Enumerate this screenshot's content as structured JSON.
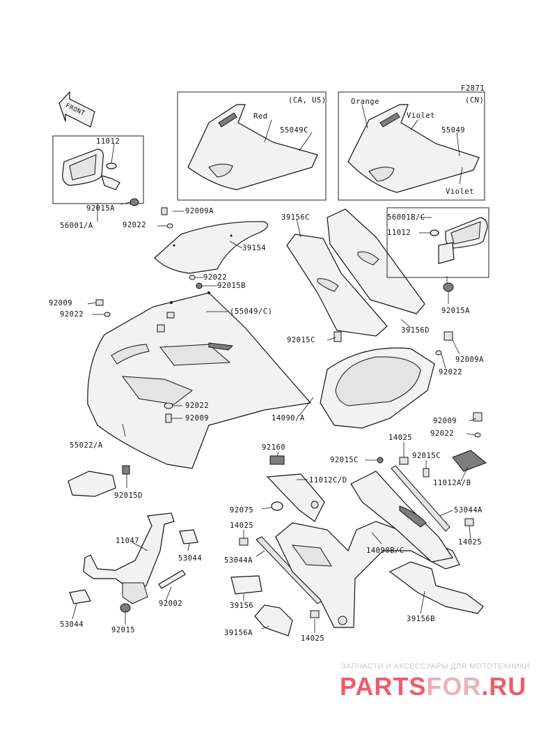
{
  "figure_code": "F2871",
  "front_arrow_text": "FRONT",
  "region_labels": {
    "ca_us": "(CA, US)",
    "cn": "(CN)"
  },
  "color_labels": {
    "red": "Red",
    "orange": "Orange",
    "violet_top": "Violet",
    "violet_bottom": "Violet"
  },
  "part_numbers": {
    "p11012_left": "11012",
    "p92015a_left": "92015A",
    "p56001a": "56001/A",
    "p55049c": "55049C",
    "p55049": "55049",
    "p92009a_top": "92009A",
    "p92022_top": "92022",
    "p39154": "39154",
    "p39156c": "39156C",
    "p56001bc": "56001B/C",
    "p11012_right": "11012",
    "p92022_mid": "92022",
    "p92015b": "92015B",
    "p92015a_right": "92015A",
    "p92009_left": "92009",
    "p92022_left": "92022",
    "p55049c_ref": "(55049/C)",
    "p39156d": "39156D",
    "p92015c_top": "92015C",
    "p92009a_right": "92009A",
    "p92022_right": "92022",
    "p92022_low": "92022",
    "p92009_low": "92009",
    "p14090a": "14090/A",
    "p55022a": "55022/A",
    "p92009_right2": "92009",
    "p92022_right2": "92022",
    "p14025_top": "14025",
    "p92160": "92160",
    "p92015c_mid": "92015C",
    "p92015c_right": "92015C",
    "p11012cd": "11012C/D",
    "p11012ab": "11012A/B",
    "p92015d": "92015D",
    "p92075": "92075",
    "p53044a_right": "53044A",
    "p14025_left": "14025",
    "p11047": "11047",
    "p53044_top": "53044",
    "p14090bc": "14090B/C",
    "p14025_right": "14025",
    "p53044a_left": "53044A",
    "p39156": "39156",
    "p92002": "92002",
    "p39156b": "39156B",
    "p53044_bottom": "53044",
    "p92015": "92015",
    "p39156a": "39156A",
    "p14025_bottom": "14025"
  },
  "watermark": {
    "tagline": "ЗАПЧАСТИ И АКСЕССУАРЫ ДЛЯ МОТОТЕХНИКИ",
    "logo_part1": "PARTS",
    "logo_part2": "FOR",
    "logo_part3": ".RU"
  },
  "colors": {
    "line": "#111111",
    "fill": "#f2f2f2",
    "watermark_red": "#ef5b6b",
    "watermark_pink": "#e8b3ba"
  }
}
